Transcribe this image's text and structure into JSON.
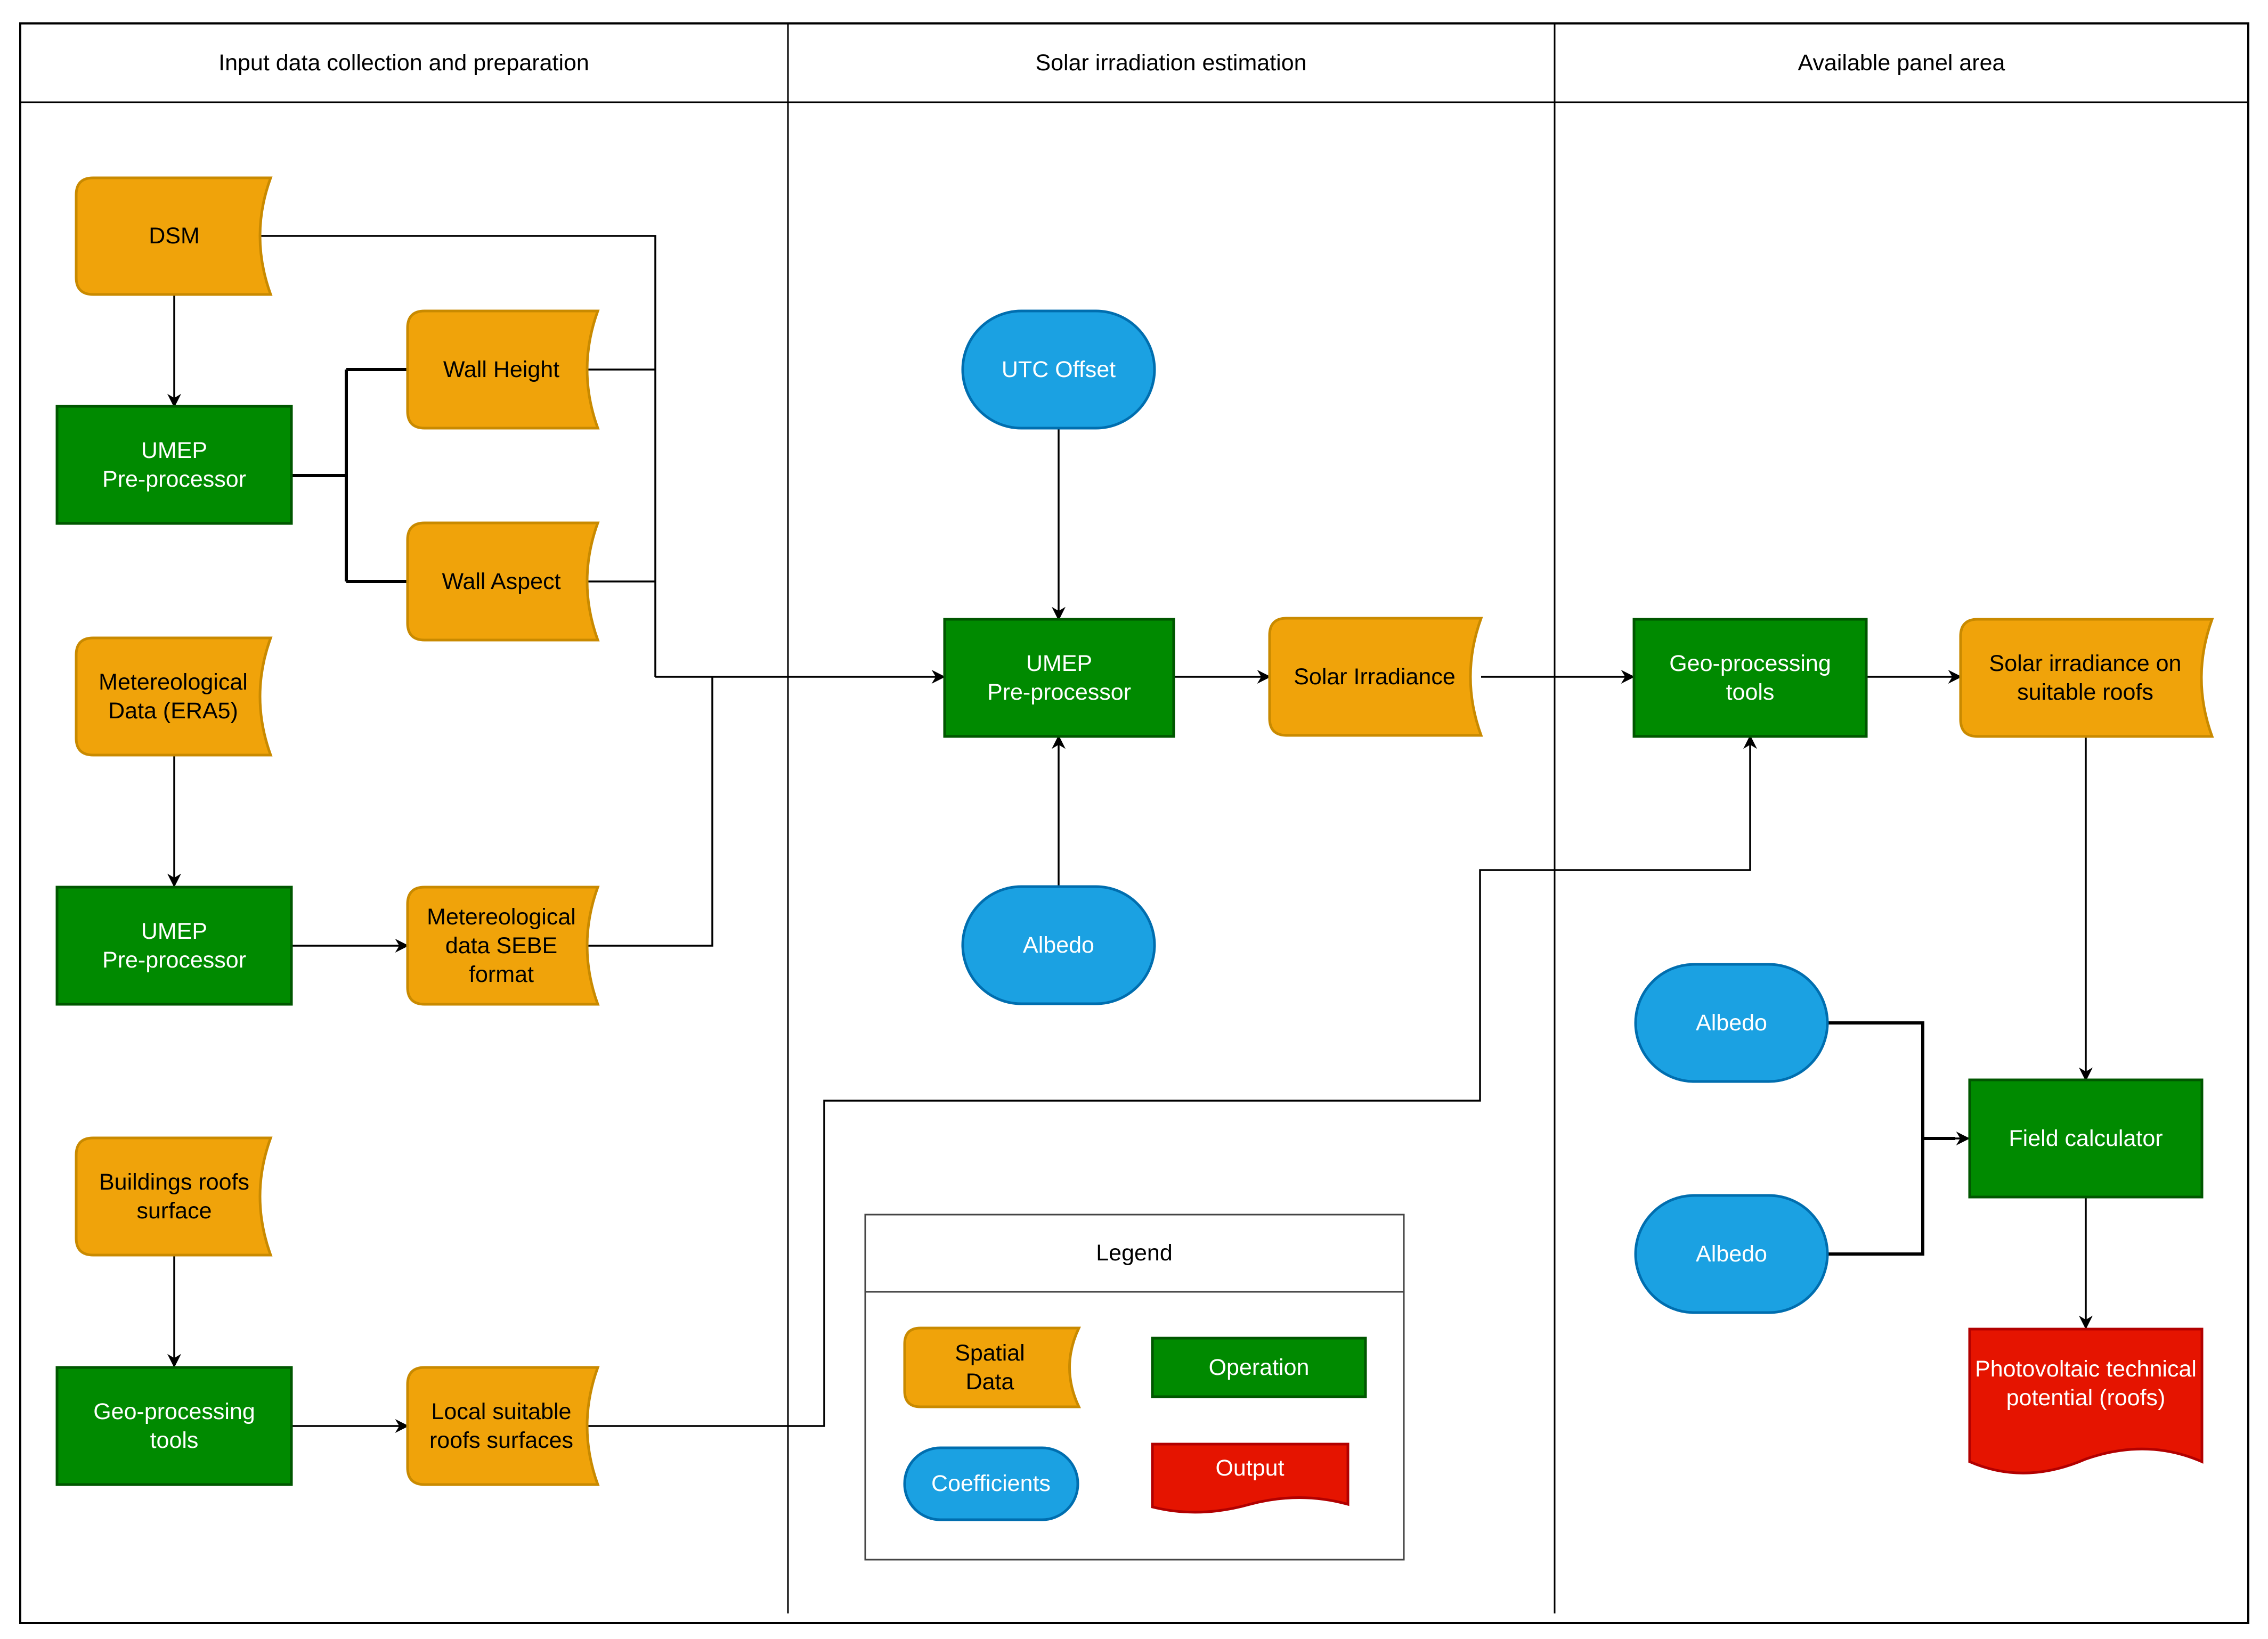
{
  "lanes": [
    {
      "title": "Input data collection and preparation"
    },
    {
      "title": "Solar irradiation estimation"
    },
    {
      "title": "Available panel area"
    }
  ],
  "nodes": {
    "dsm": {
      "lines": [
        "DSM"
      ]
    },
    "umep1": {
      "lines": [
        "UMEP",
        "Pre-processor"
      ]
    },
    "wall_height": {
      "lines": [
        "Wall Height"
      ]
    },
    "wall_aspect": {
      "lines": [
        "Wall Aspect"
      ]
    },
    "met_data": {
      "lines": [
        "Metereological",
        "Data (ERA5)"
      ]
    },
    "umep2": {
      "lines": [
        "UMEP",
        "Pre-processor"
      ]
    },
    "met_sebe": {
      "lines": [
        "Metereological",
        "data SEBE",
        "format"
      ]
    },
    "roofs_surface": {
      "lines": [
        "Buildings roofs",
        "surface"
      ]
    },
    "geo1": {
      "lines": [
        "Geo-processing",
        "tools"
      ]
    },
    "local_roofs": {
      "lines": [
        "Local suitable",
        "roofs surfaces"
      ]
    },
    "utc": {
      "lines": [
        "UTC Offset"
      ]
    },
    "umep3": {
      "lines": [
        "UMEP",
        "Pre-processor"
      ]
    },
    "albedo1": {
      "lines": [
        "Albedo"
      ]
    },
    "solar_irr": {
      "lines": [
        "Solar Irradiance"
      ]
    },
    "geo2": {
      "lines": [
        "Geo-processing",
        "tools"
      ]
    },
    "solar_roofs": {
      "lines": [
        "Solar irradiance on",
        "suitable roofs"
      ]
    },
    "albedo2": {
      "lines": [
        "Albedo"
      ]
    },
    "albedo3": {
      "lines": [
        "Albedo"
      ]
    },
    "field_calc": {
      "lines": [
        "Field calculator"
      ]
    },
    "pv_output": {
      "lines": [
        "Photovoltaic technical",
        "potential (roofs)"
      ]
    }
  },
  "legend": {
    "title": "Legend",
    "spatial": [
      "Spatial",
      "Data"
    ],
    "operation": [
      "Operation"
    ],
    "coefficients": [
      "Coefficients"
    ],
    "output": [
      "Output"
    ]
  },
  "colors": {
    "spatial": "#F0A30A",
    "spatial_stroke": "#C98A00",
    "operation": "#008A00",
    "operation_stroke": "#005700",
    "coefficient": "#1BA1E2",
    "coefficient_stroke": "#006EAF",
    "output": "#E51400",
    "output_stroke": "#B20000"
  }
}
